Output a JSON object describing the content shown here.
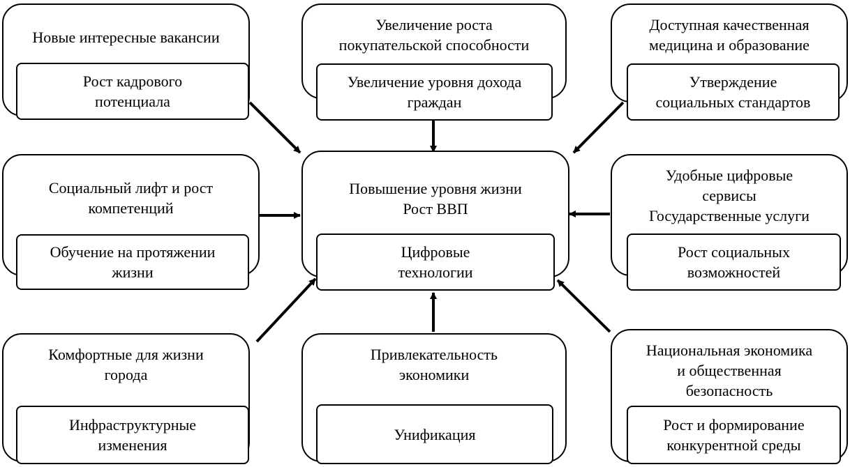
{
  "center": {
    "outer_text": "Повышение уровня жизни\nРост ВВП",
    "inner_text": "Цифровые\nтехнологии"
  },
  "boxes": {
    "top_left": {
      "outer_text": "Новые интересные вакансии",
      "inner_text": "Рост кадрового\nпотенциала"
    },
    "top_center": {
      "outer_text": "Увеличение роста\nпокупательской способности",
      "inner_text": "Увеличение уровня дохода\nграждан"
    },
    "top_right": {
      "outer_text": "Доступная качественная\nмедицина и образование",
      "inner_text": "Утверждение\nсоциальных стандартов"
    },
    "mid_left": {
      "outer_text": "Социальный лифт и рост\nкомпетенций",
      "inner_text": "Обучение на протяжении\nжизни"
    },
    "mid_right": {
      "outer_text": "Удобные цифровые\nсервисы\nГосударственные услуги",
      "inner_text": "Рост социальных\nвозможностей"
    },
    "bottom_left": {
      "outer_text": "Комфортные для жизни\nгорода",
      "inner_text": "Инфраструктурные\nизменения"
    },
    "bottom_center": {
      "outer_text": "Привлекательность\nэкономики",
      "inner_text": "Унификация"
    },
    "bottom_right": {
      "outer_text": "Национальная экономика\nи общественная\nбезопасность",
      "inner_text": "Рост и формирование\nконкурентной среды"
    }
  }
}
